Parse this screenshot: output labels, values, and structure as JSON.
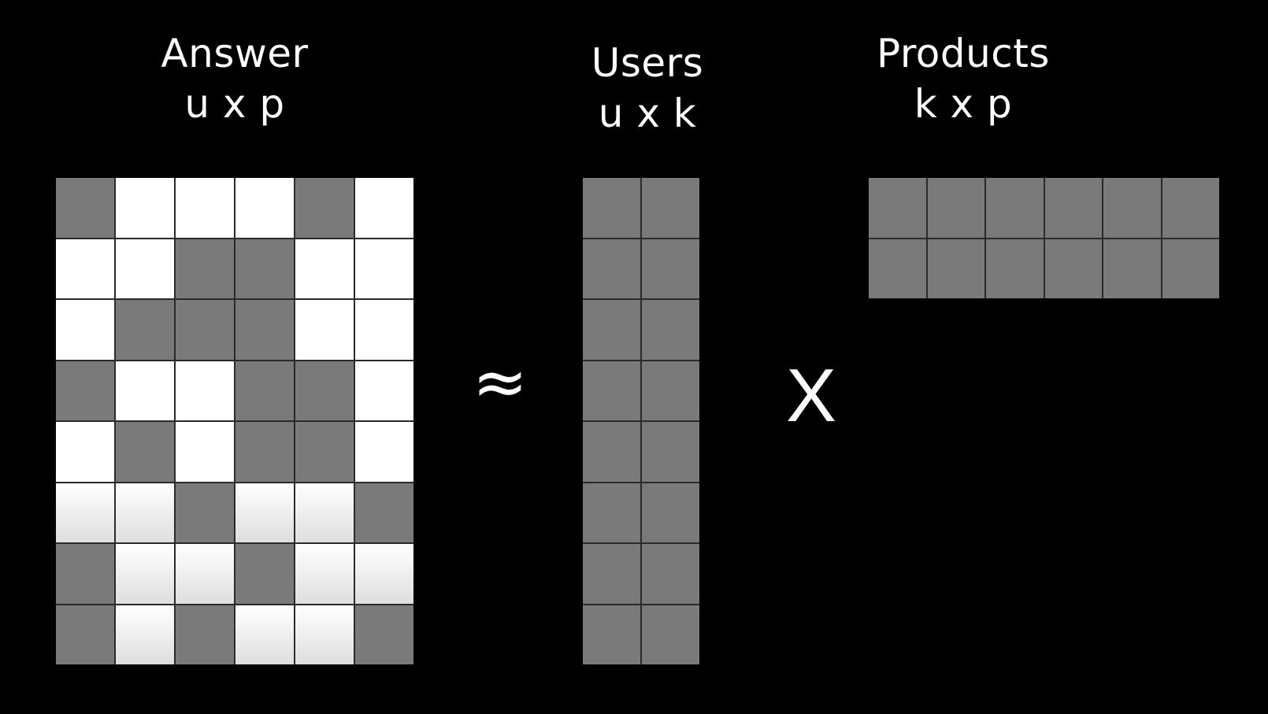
{
  "answer": {
    "title": "Answer",
    "dims": "u x p",
    "rows": [
      [
        1,
        0,
        0,
        0,
        1,
        0
      ],
      [
        0,
        0,
        1,
        1,
        0,
        0
      ],
      [
        0,
        1,
        1,
        1,
        0,
        0
      ],
      [
        1,
        0,
        0,
        1,
        1,
        0
      ],
      [
        0,
        1,
        0,
        1,
        1,
        0
      ],
      [
        0,
        0,
        1,
        0,
        0,
        1
      ],
      [
        1,
        0,
        0,
        1,
        0,
        0
      ],
      [
        1,
        0,
        1,
        0,
        0,
        1
      ]
    ]
  },
  "approx_symbol": "≈",
  "users": {
    "title": "Users",
    "dims": "u x k",
    "row_count": 8,
    "col_count": 2
  },
  "times_symbol": "X",
  "products": {
    "title": "Products",
    "dims": "k x p",
    "row_count": 2,
    "col_count": 6
  },
  "colors": {
    "background": "#000000",
    "filled_cell": "#7a7a7a",
    "empty_cell": "#ffffff",
    "text": "#ffffff"
  }
}
